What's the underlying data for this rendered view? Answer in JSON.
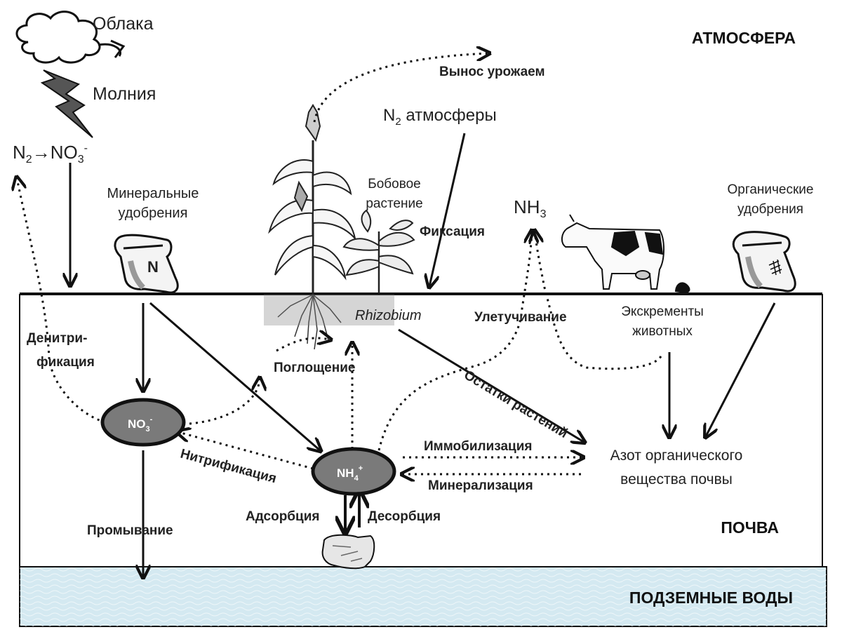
{
  "zones": {
    "atmosphere": "АТМОСФЕРА",
    "soil": "ПОЧВА",
    "groundwater": "ПОДЗЕМНЫЕ ВОДЫ"
  },
  "labels": {
    "clouds": "Облака",
    "lightning": "Молния",
    "n2_no3_n": "N",
    "n2_no3_sub2": "2",
    "n2_no3_arrow": "→NO",
    "n2_no3_sub3": "3",
    "n2_no3_sup": "-",
    "mineral_fert_1": "Минеральные",
    "mineral_fert_2": "удобрения",
    "bag_letter": "N",
    "crop_removal": "Вынос урожаем",
    "n2_atm_n": "N",
    "n2_atm_sub": "2",
    "n2_atm_rest": " атмосферы",
    "legume_1": "Бобовое",
    "legume_2": "растение",
    "fixation": "Фиксация",
    "nh3_main": "NH",
    "nh3_sub": "3",
    "organic_fert_1": "Органические",
    "organic_fert_2": "удобрения",
    "rhizobium": "Rhizobium",
    "volatilization": "Улетучивание",
    "excrement_1": "Экскременты",
    "excrement_2": "животных",
    "denitrification_1": "Денитри-",
    "denitrification_2": "фикация",
    "uptake": "Поглощение",
    "plant_residues": "Остатки растений",
    "no3_node_main": "NO",
    "no3_node_sub": "3",
    "no3_node_sup": "-",
    "nh4_node_main": "NH",
    "nh4_node_sub": "4",
    "nh4_node_sup": "+",
    "immobilization": "Иммобилизация",
    "mineralization": "Минерализация",
    "nitrification": "Нитрификация",
    "soil_organic_n_1": "Азот органического",
    "soil_organic_n_2": "вещества  почвы",
    "adsorption": "Адсорбция",
    "desorption": "Десорбция",
    "leaching": "Промывание"
  },
  "icons": [
    "cloud-icon",
    "lightning-icon",
    "fertilizer-bag-icon",
    "corn-plant-icon",
    "legume-plant-icon",
    "cow-icon",
    "manure-icon",
    "organic-fertilizer-bag-icon",
    "soil-particle-icon"
  ],
  "colors": {
    "node_fill": "#7a7a7a",
    "water_fill": "#d4e9f1",
    "line": "#111111"
  }
}
